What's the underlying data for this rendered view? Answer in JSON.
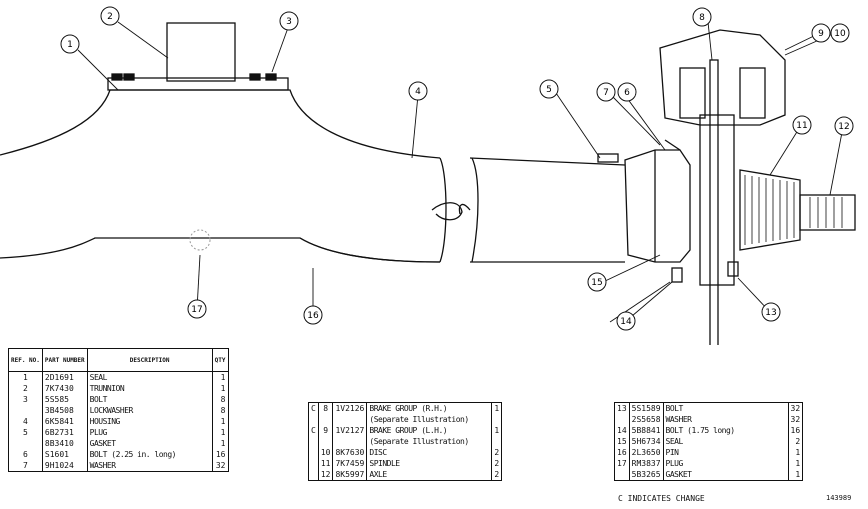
{
  "callouts": [
    "1",
    "2",
    "3",
    "4",
    "5",
    "6",
    "7",
    "8",
    "9",
    "10",
    "11",
    "12",
    "13",
    "14",
    "15",
    "16",
    "17"
  ],
  "table_left": {
    "headers": {
      "ref": "REF. NO.",
      "part": "PART NUMBER",
      "desc": "DESCRIPTION",
      "qty": "QTY"
    },
    "rows": [
      {
        "ref": "1",
        "part": "2D1691",
        "desc": "SEAL",
        "qty": "1"
      },
      {
        "ref": "2",
        "part": "7K7430",
        "desc": "TRUNNION",
        "qty": "1"
      },
      {
        "ref": "3",
        "part": "5S585",
        "desc": "BOLT",
        "qty": "8"
      },
      {
        "ref": "",
        "part": "3B4508",
        "desc": "LOCKWASHER",
        "qty": "8"
      },
      {
        "ref": "4",
        "part": "6K5841",
        "desc": "HOUSING",
        "qty": "1"
      },
      {
        "ref": "5",
        "part": "6B2731",
        "desc": "PLUG",
        "qty": "1"
      },
      {
        "ref": "",
        "part": "8B3410",
        "desc": "GASKET",
        "qty": "1"
      },
      {
        "ref": "6",
        "part": "S1601",
        "desc": "BOLT",
        "extra": "(2.25 in. long)",
        "qty": "16"
      },
      {
        "ref": "7",
        "part": "9H1024",
        "desc": "WASHER",
        "qty": "32"
      }
    ]
  },
  "table_mid": {
    "rows": [
      {
        "c": "C",
        "ref": "8",
        "part": "1V2126",
        "desc": "BRAKE GROUP",
        "extra": "(R.H.)",
        "qty": "1"
      },
      {
        "c": "",
        "ref": "",
        "part": "",
        "desc": "(Separate Illustration)",
        "extra": "",
        "qty": ""
      },
      {
        "c": "C",
        "ref": "9",
        "part": "1V2127",
        "desc": "BRAKE GROUP",
        "extra": "(L.H.)",
        "qty": "1"
      },
      {
        "c": "",
        "ref": "",
        "part": "",
        "desc": "(Separate Illustration)",
        "extra": "",
        "qty": ""
      },
      {
        "c": "",
        "ref": "10",
        "part": "8K7630",
        "desc": "DISC",
        "extra": "",
        "qty": "2"
      },
      {
        "c": "",
        "ref": "11",
        "part": "7K7459",
        "desc": "SPINDLE",
        "extra": "",
        "qty": "2"
      },
      {
        "c": "",
        "ref": "12",
        "part": "8K5997",
        "desc": "AXLE",
        "extra": "",
        "qty": "2"
      }
    ]
  },
  "table_right": {
    "rows": [
      {
        "ref": "13",
        "part": "5S1589",
        "desc": "BOLT",
        "extra": "",
        "qty": "32"
      },
      {
        "ref": "",
        "part": "2S5658",
        "desc": "WASHER",
        "extra": "",
        "qty": "32"
      },
      {
        "ref": "14",
        "part": "5B8841",
        "desc": "BOLT",
        "extra": "(1.75 long)",
        "qty": "16"
      },
      {
        "ref": "15",
        "part": "5H6734",
        "desc": "SEAL",
        "extra": "",
        "qty": "2"
      },
      {
        "ref": "16",
        "part": "2L3650",
        "desc": "PIN",
        "extra": "",
        "qty": "1"
      },
      {
        "ref": "17",
        "part": "RM3837",
        "desc": "PLUG",
        "extra": "",
        "qty": "1"
      },
      {
        "ref": "",
        "part": "5B3265",
        "desc": "GASKET",
        "extra": "",
        "qty": "1"
      }
    ]
  },
  "change_note": "C INDICATES CHANGE",
  "figure_id": "143989"
}
